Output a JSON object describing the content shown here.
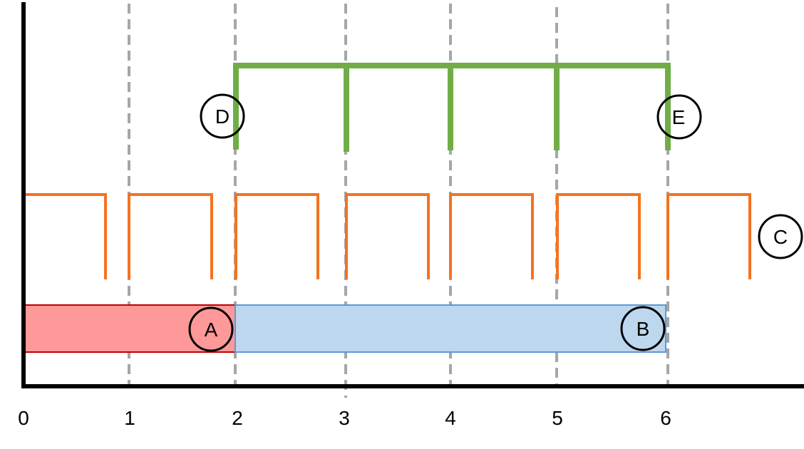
{
  "axis": {
    "tick_labels": [
      "0",
      "1",
      "2",
      "3",
      "4",
      "5",
      "6"
    ]
  },
  "markers": {
    "A": "A",
    "B": "B",
    "C": "C",
    "D": "D",
    "E": "E"
  },
  "colors": {
    "axis": "#000000",
    "gridline": "#a6a6a6",
    "pulse_train": "#f4731f",
    "bracket": "#70ad47",
    "bar_a_fill": "#ff9999",
    "bar_a_stroke": "#c00000",
    "bar_b_fill": "#bdd7ee",
    "bar_b_stroke": "#5b9bd5"
  }
}
